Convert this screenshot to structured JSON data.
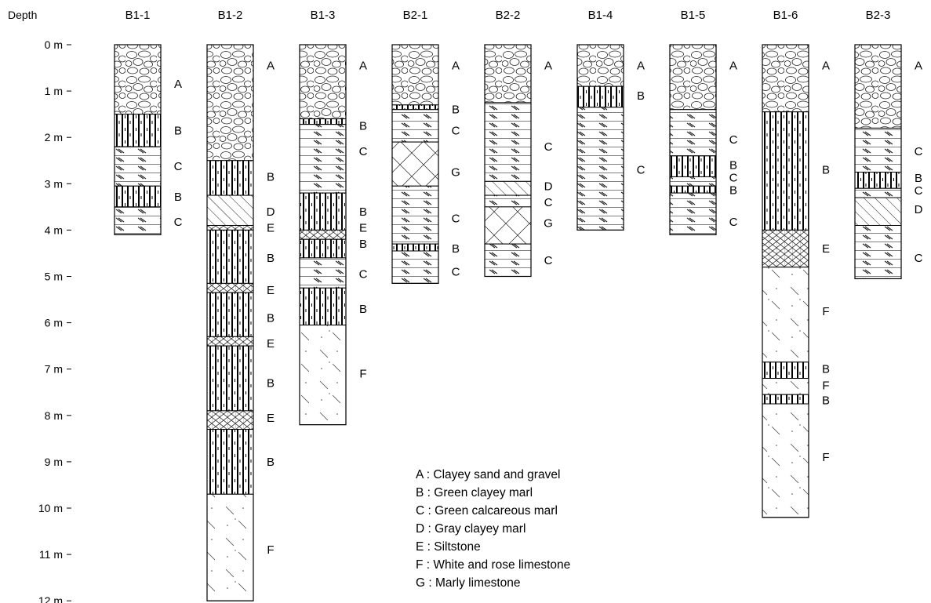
{
  "depth_axis": {
    "title": "Depth",
    "max_m": 12,
    "ticks": [
      "0 m",
      "1 m",
      "2 m",
      "3 m",
      "4 m",
      "5 m",
      "6 m",
      "7 m",
      "8 m",
      "9 m",
      "10 m",
      "11 m",
      "12 m"
    ]
  },
  "columns": [
    {
      "name": "B1-1",
      "layers": [
        {
          "from": 0,
          "to": 1.5,
          "lith": "A"
        },
        {
          "from": 1.5,
          "to": 2.2,
          "lith": "B"
        },
        {
          "from": 2.2,
          "to": 3.05,
          "lith": "C"
        },
        {
          "from": 3.05,
          "to": 3.5,
          "lith": "B"
        },
        {
          "from": 3.5,
          "to": 4.1,
          "lith": "C"
        }
      ],
      "labels": [
        {
          "text": "A",
          "depth": 0.85
        },
        {
          "text": "B",
          "depth": 1.85
        },
        {
          "text": "C",
          "depth": 2.62
        },
        {
          "text": "B",
          "depth": 3.28
        },
        {
          "text": "C",
          "depth": 3.82
        }
      ]
    },
    {
      "name": "B1-2",
      "layers": [
        {
          "from": 0,
          "to": 2.5,
          "lith": "A"
        },
        {
          "from": 2.5,
          "to": 3.25,
          "lith": "B"
        },
        {
          "from": 3.25,
          "to": 3.9,
          "lith": "D"
        },
        {
          "from": 3.9,
          "to": 4.0,
          "lith": "E"
        },
        {
          "from": 4.0,
          "to": 5.15,
          "lith": "B"
        },
        {
          "from": 5.15,
          "to": 5.35,
          "lith": "E"
        },
        {
          "from": 5.35,
          "to": 6.3,
          "lith": "B"
        },
        {
          "from": 6.3,
          "to": 6.5,
          "lith": "E"
        },
        {
          "from": 6.5,
          "to": 7.9,
          "lith": "B"
        },
        {
          "from": 7.9,
          "to": 8.3,
          "lith": "E"
        },
        {
          "from": 8.3,
          "to": 9.7,
          "lith": "B"
        },
        {
          "from": 9.7,
          "to": 12.0,
          "lith": "F"
        }
      ],
      "labels": [
        {
          "text": "A",
          "depth": 0.45
        },
        {
          "text": "B",
          "depth": 2.85
        },
        {
          "text": "D",
          "depth": 3.6
        },
        {
          "text": "E",
          "depth": 3.95
        },
        {
          "text": "B",
          "depth": 4.6
        },
        {
          "text": "E",
          "depth": 5.3
        },
        {
          "text": "B",
          "depth": 5.9
        },
        {
          "text": "E",
          "depth": 6.45
        },
        {
          "text": "B",
          "depth": 7.3
        },
        {
          "text": "E",
          "depth": 8.05
        },
        {
          "text": "B",
          "depth": 9.0
        },
        {
          "text": "F",
          "depth": 10.9
        }
      ]
    },
    {
      "name": "B1-3",
      "layers": [
        {
          "from": 0,
          "to": 1.6,
          "lith": "A"
        },
        {
          "from": 1.6,
          "to": 1.72,
          "lith": "B"
        },
        {
          "from": 1.72,
          "to": 3.2,
          "lith": "C"
        },
        {
          "from": 3.2,
          "to": 4.0,
          "lith": "B"
        },
        {
          "from": 4.0,
          "to": 4.2,
          "lith": "E"
        },
        {
          "from": 4.2,
          "to": 4.6,
          "lith": "B"
        },
        {
          "from": 4.6,
          "to": 5.25,
          "lith": "C"
        },
        {
          "from": 5.25,
          "to": 6.05,
          "lith": "B"
        },
        {
          "from": 6.05,
          "to": 8.2,
          "lith": "F"
        }
      ],
      "labels": [
        {
          "text": "A",
          "depth": 0.45
        },
        {
          "text": "B",
          "depth": 1.75
        },
        {
          "text": "C",
          "depth": 2.3
        },
        {
          "text": "B",
          "depth": 3.6
        },
        {
          "text": "E",
          "depth": 3.95
        },
        {
          "text": "B",
          "depth": 4.3
        },
        {
          "text": "C",
          "depth": 4.95
        },
        {
          "text": "B",
          "depth": 5.7
        },
        {
          "text": "F",
          "depth": 7.1
        }
      ]
    },
    {
      "name": "B2-1",
      "layers": [
        {
          "from": 0,
          "to": 1.3,
          "lith": "A"
        },
        {
          "from": 1.3,
          "to": 1.4,
          "lith": "B"
        },
        {
          "from": 1.4,
          "to": 2.1,
          "lith": "C"
        },
        {
          "from": 2.1,
          "to": 3.05,
          "lith": "G"
        },
        {
          "from": 3.05,
          "to": 4.3,
          "lith": "C"
        },
        {
          "from": 4.3,
          "to": 4.45,
          "lith": "B"
        },
        {
          "from": 4.45,
          "to": 5.15,
          "lith": "C"
        }
      ],
      "labels": [
        {
          "text": "A",
          "depth": 0.45
        },
        {
          "text": "B",
          "depth": 1.4
        },
        {
          "text": "C",
          "depth": 1.85
        },
        {
          "text": "G",
          "depth": 2.75
        },
        {
          "text": "C",
          "depth": 3.75
        },
        {
          "text": "B",
          "depth": 4.4
        },
        {
          "text": "C",
          "depth": 4.9
        }
      ]
    },
    {
      "name": "B2-2",
      "layers": [
        {
          "from": 0,
          "to": 1.25,
          "lith": "A"
        },
        {
          "from": 1.25,
          "to": 2.95,
          "lith": "C"
        },
        {
          "from": 2.95,
          "to": 3.25,
          "lith": "D"
        },
        {
          "from": 3.25,
          "to": 3.5,
          "lith": "C"
        },
        {
          "from": 3.5,
          "to": 4.3,
          "lith": "G"
        },
        {
          "from": 4.3,
          "to": 5.0,
          "lith": "C"
        }
      ],
      "labels": [
        {
          "text": "A",
          "depth": 0.45
        },
        {
          "text": "C",
          "depth": 2.2
        },
        {
          "text": "D",
          "depth": 3.05
        },
        {
          "text": "C",
          "depth": 3.4
        },
        {
          "text": "G",
          "depth": 3.85
        },
        {
          "text": "C",
          "depth": 4.65
        }
      ]
    },
    {
      "name": "B1-4",
      "layers": [
        {
          "from": 0,
          "to": 0.9,
          "lith": "A"
        },
        {
          "from": 0.9,
          "to": 1.35,
          "lith": "B"
        },
        {
          "from": 1.35,
          "to": 4.0,
          "lith": "C"
        }
      ],
      "labels": [
        {
          "text": "A",
          "depth": 0.45
        },
        {
          "text": "B",
          "depth": 1.1
        },
        {
          "text": "C",
          "depth": 2.7
        }
      ]
    },
    {
      "name": "B1-5",
      "layers": [
        {
          "from": 0,
          "to": 1.4,
          "lith": "A"
        },
        {
          "from": 1.4,
          "to": 2.4,
          "lith": "C"
        },
        {
          "from": 2.4,
          "to": 2.85,
          "lith": "B"
        },
        {
          "from": 2.85,
          "to": 3.05,
          "lith": "C"
        },
        {
          "from": 3.05,
          "to": 3.2,
          "lith": "B"
        },
        {
          "from": 3.2,
          "to": 4.1,
          "lith": "C"
        }
      ],
      "labels": [
        {
          "text": "A",
          "depth": 0.45
        },
        {
          "text": "C",
          "depth": 2.05
        },
        {
          "text": "B",
          "depth": 2.6
        },
        {
          "text": "C",
          "depth": 2.87
        },
        {
          "text": "B",
          "depth": 3.14
        },
        {
          "text": "C",
          "depth": 3.82
        }
      ]
    },
    {
      "name": "B1-6",
      "layers": [
        {
          "from": 0,
          "to": 1.45,
          "lith": "A"
        },
        {
          "from": 1.45,
          "to": 4.0,
          "lith": "B"
        },
        {
          "from": 4.0,
          "to": 4.8,
          "lith": "E"
        },
        {
          "from": 4.8,
          "to": 6.85,
          "lith": "F"
        },
        {
          "from": 6.85,
          "to": 7.2,
          "lith": "B"
        },
        {
          "from": 7.2,
          "to": 7.55,
          "lith": "F"
        },
        {
          "from": 7.55,
          "to": 7.75,
          "lith": "B"
        },
        {
          "from": 7.75,
          "to": 10.2,
          "lith": "F"
        }
      ],
      "labels": [
        {
          "text": "A",
          "depth": 0.45
        },
        {
          "text": "B",
          "depth": 2.7
        },
        {
          "text": "E",
          "depth": 4.4
        },
        {
          "text": "F",
          "depth": 5.75
        },
        {
          "text": "B",
          "depth": 7.0
        },
        {
          "text": "F",
          "depth": 7.35
        },
        {
          "text": "B",
          "depth": 7.67
        },
        {
          "text": "F",
          "depth": 8.9
        }
      ]
    },
    {
      "name": "B2-3",
      "layers": [
        {
          "from": 0,
          "to": 1.8,
          "lith": "A"
        },
        {
          "from": 1.8,
          "to": 2.75,
          "lith": "C"
        },
        {
          "from": 2.75,
          "to": 3.1,
          "lith": "B"
        },
        {
          "from": 3.1,
          "to": 3.3,
          "lith": "C"
        },
        {
          "from": 3.3,
          "to": 3.9,
          "lith": "D"
        },
        {
          "from": 3.9,
          "to": 5.05,
          "lith": "C"
        }
      ],
      "labels": [
        {
          "text": "A",
          "depth": 0.45
        },
        {
          "text": "C",
          "depth": 2.3
        },
        {
          "text": "B",
          "depth": 2.88
        },
        {
          "text": "C",
          "depth": 3.15
        },
        {
          "text": "D",
          "depth": 3.55
        },
        {
          "text": "C",
          "depth": 4.6
        }
      ]
    }
  ],
  "legend": [
    {
      "code": "A",
      "desc": ": Clayey sand and gravel"
    },
    {
      "code": "B",
      "desc": ": Green clayey marl"
    },
    {
      "code": "C",
      "desc": ": Green calcareous marl"
    },
    {
      "code": "D",
      "desc": ": Gray clayey marl"
    },
    {
      "code": "E",
      "desc": ": Siltstone"
    },
    {
      "code": "F",
      "desc": ": White and rose limestone"
    },
    {
      "code": "G",
      "desc": ": Marly limestone"
    }
  ]
}
